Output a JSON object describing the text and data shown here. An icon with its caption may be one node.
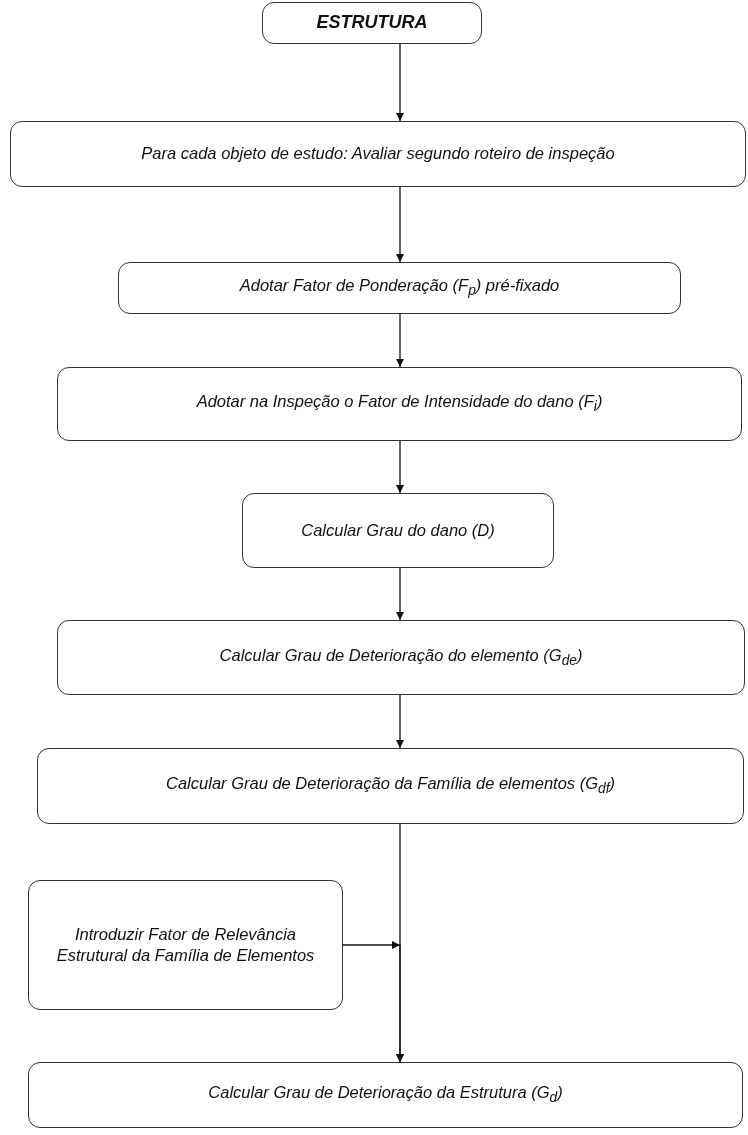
{
  "diagram": {
    "nodes": [
      {
        "text": [
          "ESTRUTURA"
        ]
      },
      {
        "text": [
          "Para cada objeto de estudo: Avaliar segundo roteiro de inspeção"
        ]
      },
      {
        "text": [
          "Adotar Fator de Ponderação (F$_{p}$) pré-fixado"
        ]
      },
      {
        "text": [
          "Adotar na Inspeção o Fator de Intensidade do dano (F$_{i}$)"
        ]
      },
      {
        "text": [
          "Calcular Grau do dano (D)"
        ]
      },
      {
        "text": [
          "Calcular Grau de Deterioração do elemento (G$_{de}$)"
        ]
      },
      {
        "text": [
          "Calcular Grau de Deterioração da Família de elementos (G$_{df}$)"
        ]
      },
      {
        "text": [
          "Introduzir Fator de Relevância Estrutural da Família de Elementos"
        ]
      },
      {
        "text": [
          "Calcular Grau de Deterioração da Estrutura (G$_{d}$)"
        ]
      }
    ],
    "edges": [
      {
        "from": 0,
        "to": 1,
        "arrow": "to"
      },
      {
        "from": 1,
        "to": 2,
        "arrow": "to"
      },
      {
        "from": 2,
        "to": 3,
        "arrow": "to"
      },
      {
        "from": 3,
        "to": 4,
        "arrow": "to"
      },
      {
        "from": 4,
        "to": 5,
        "arrow": "to"
      },
      {
        "from": 5,
        "to": 6,
        "arrow": "to"
      },
      {
        "from": 6,
        "to": 8,
        "arrow": "to"
      },
      {
        "from": 7,
        "to": 8,
        "arrow": "to"
      }
    ]
  }
}
